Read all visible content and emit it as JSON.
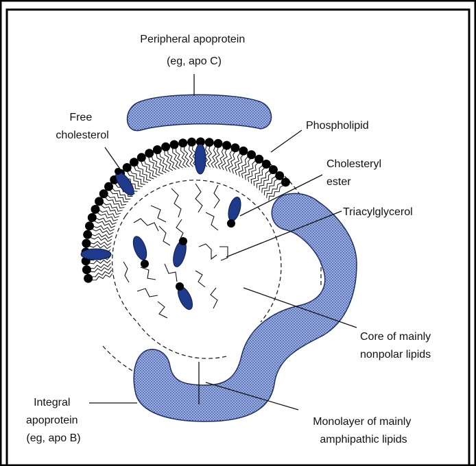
{
  "labels": {
    "peripheral_apoprotein": [
      "Peripheral apoprotein",
      "(eg, apo C)"
    ],
    "free_cholesterol": [
      "Free",
      "cholesterol"
    ],
    "phospholipid": [
      "Phospholipid"
    ],
    "cholesteryl_ester": [
      "Cholesteryl",
      "ester"
    ],
    "triacylglycerol": [
      "Triacylglycerol"
    ],
    "core": [
      "Core of mainly",
      "nonpolar lipids"
    ],
    "integral_apoprotein": [
      "Integral",
      "apoprotein",
      "(eg, apo B)"
    ],
    "monolayer": [
      "Monolayer of mainly",
      "amphipathic lipids"
    ]
  },
  "colors": {
    "apoprotein_fill": "#8fa3d6",
    "cholesterol_fill": "#1f3a8a",
    "head_group": "#000000",
    "frame": "#000000"
  }
}
